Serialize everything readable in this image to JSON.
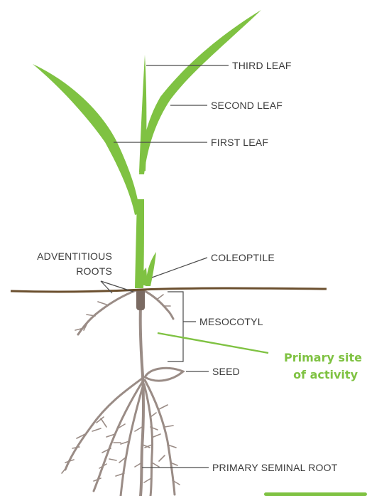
{
  "labels": {
    "third_leaf": "THIRD LEAF",
    "second_leaf": "SECOND LEAF",
    "first_leaf": "FIRST LEAF",
    "adventitious_roots_line1": "ADVENTITIOUS",
    "adventitious_roots_line2": "ROOTS",
    "coleoptile": "COLEOPTILE",
    "mesocotyl": "MESOCOTYL",
    "seed": "SEED",
    "primary_seminal_root": "PRIMARY SEMINAL ROOT"
  },
  "highlight": {
    "line1": "Primary site",
    "line2": "of activity"
  },
  "colors": {
    "leaf": "#7fc242",
    "root": "#9a8c86",
    "soil": "#6b4f2e",
    "label_text": "#3a3a3a",
    "leader": "#4a4a4a",
    "accent": "#7fc242"
  }
}
